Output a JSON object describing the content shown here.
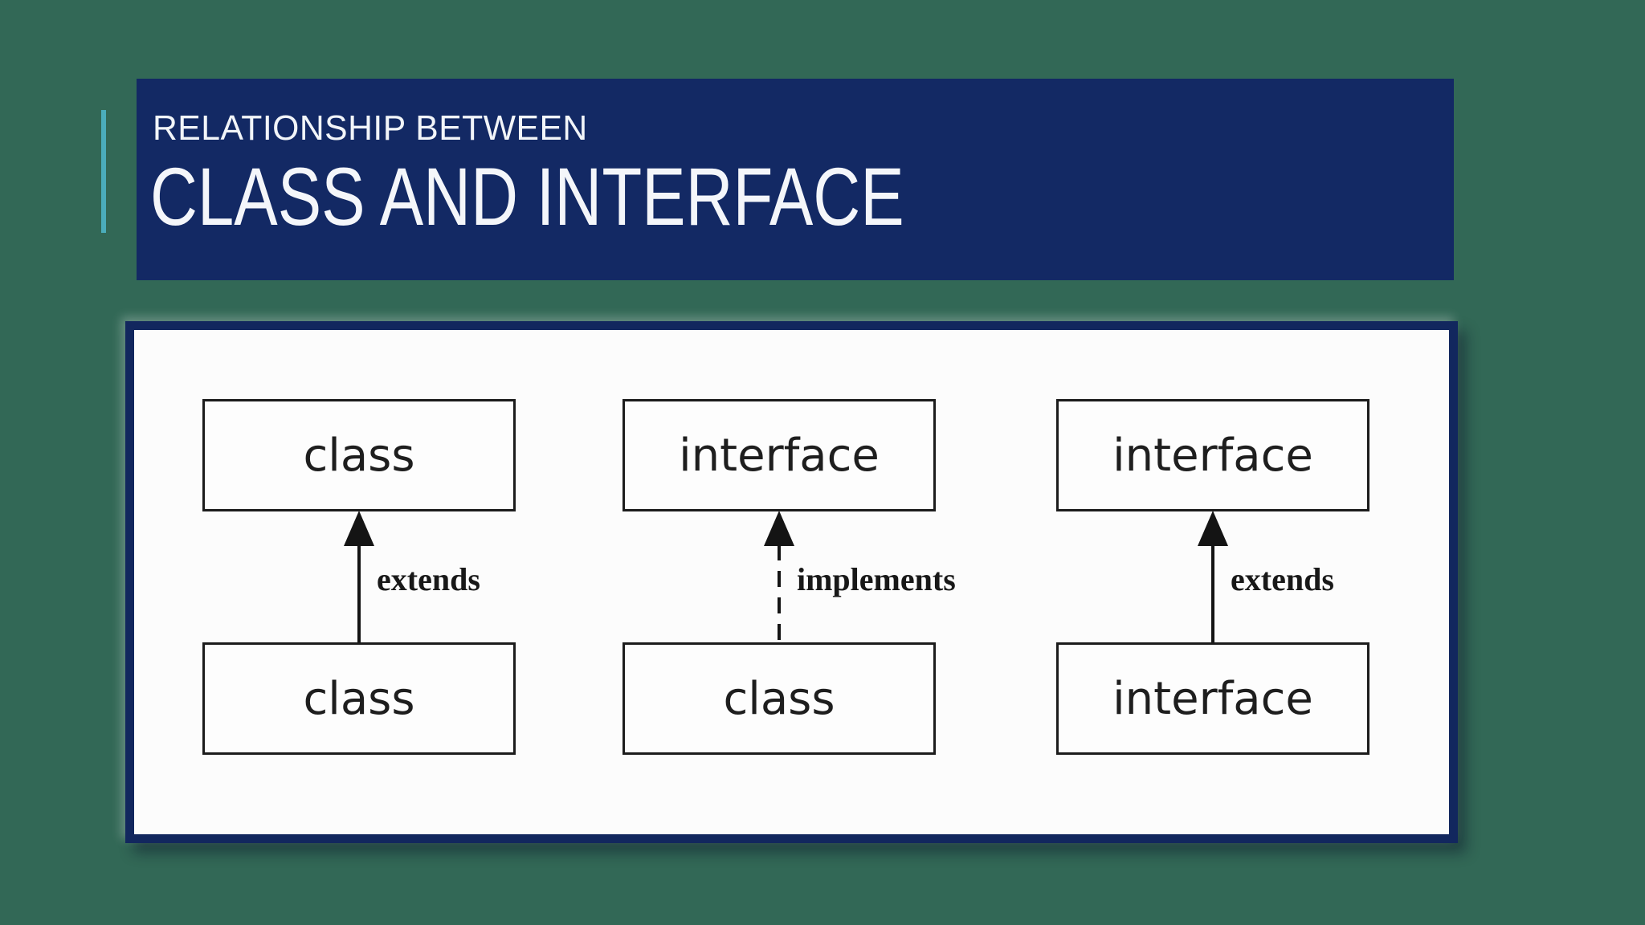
{
  "slide": {
    "kicker": "RELATIONSHIP BETWEEN",
    "title": "CLASS AND INTERFACE"
  },
  "diagram": {
    "pairs": [
      {
        "top": "class",
        "bottom": "class",
        "relation": "extends",
        "arrow_style": "solid"
      },
      {
        "top": "interface",
        "bottom": "class",
        "relation": "implements",
        "arrow_style": "dashed"
      },
      {
        "top": "interface",
        "bottom": "interface",
        "relation": "extends",
        "arrow_style": "solid"
      }
    ]
  },
  "colors": {
    "background_green": "#326856",
    "title_band_navy": "#132964",
    "panel_border_navy": "#12275e",
    "accent_teal": "#4badbb",
    "panel_white": "#fcfcfc",
    "box_border_black": "#1c1c1c",
    "text_white": "#f4f6fa",
    "diagram_text_black": "#1e1e1e"
  }
}
